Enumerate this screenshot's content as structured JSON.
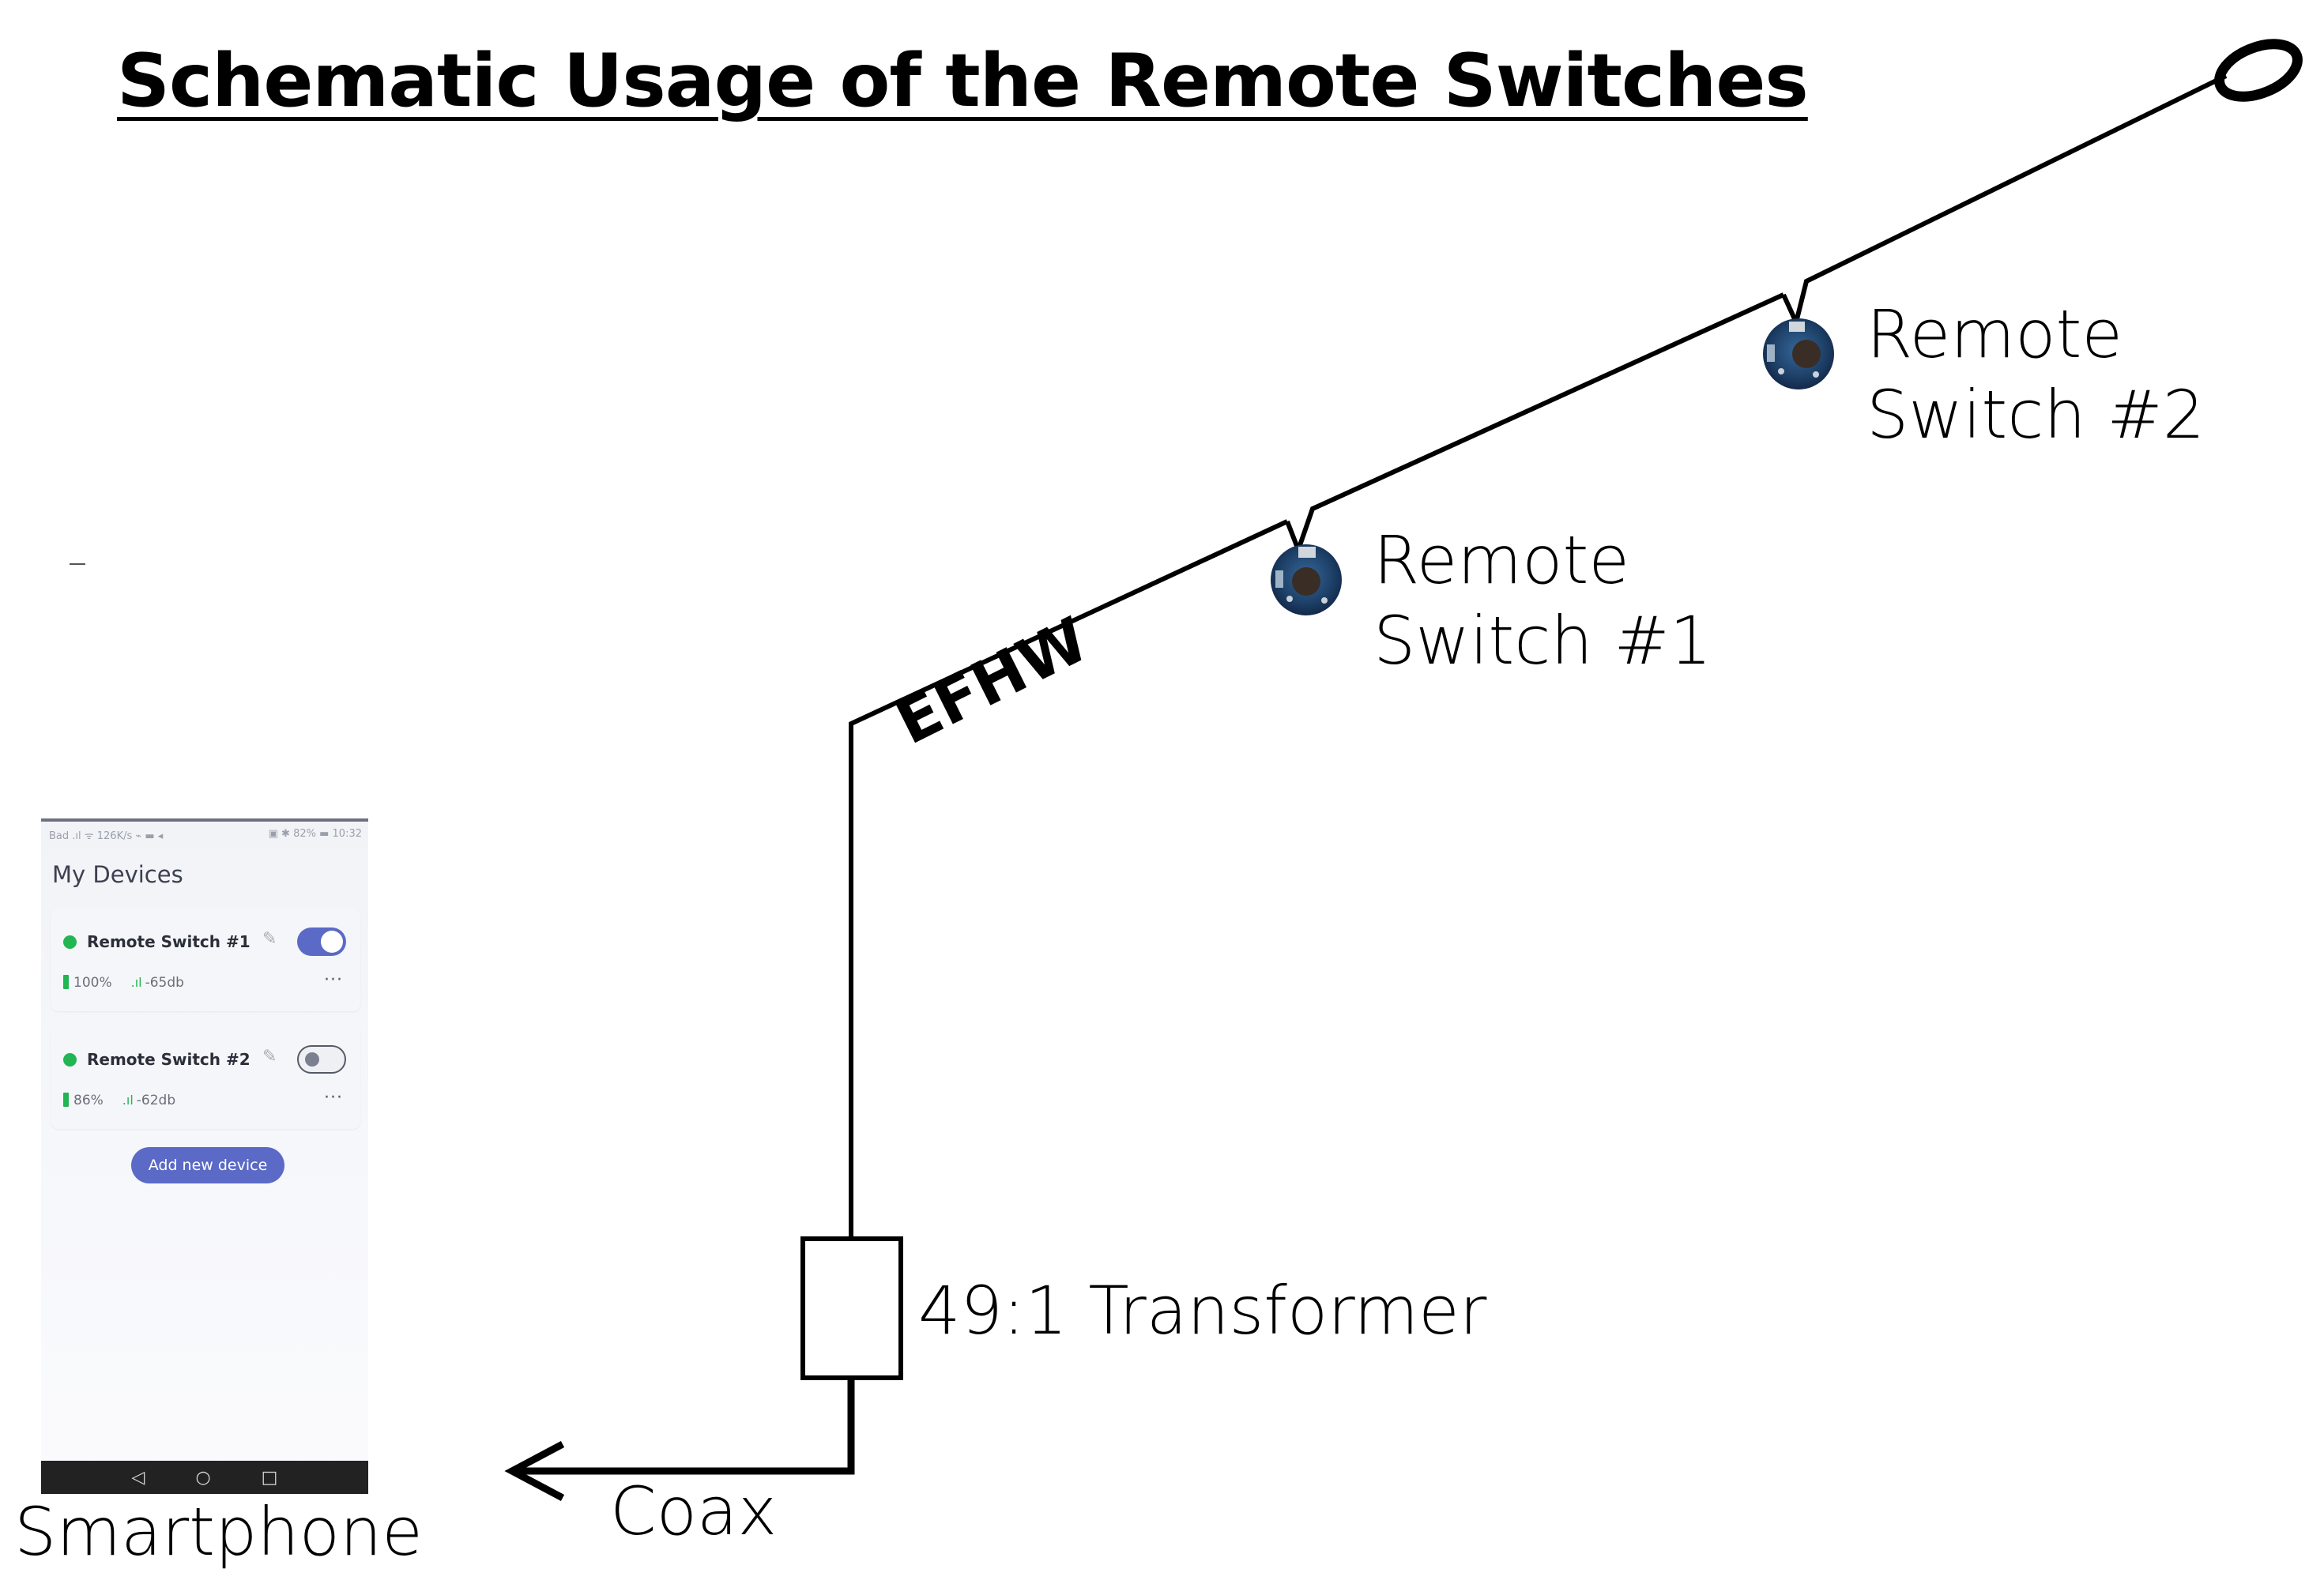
{
  "title": "Schematic Usage of the Remote Switches",
  "labels": {
    "remote_switch_2_line1": "Remote",
    "remote_switch_2_line2": "Switch #2",
    "remote_switch_1_line1": "Remote",
    "remote_switch_1_line2": "Switch #1",
    "efhw": "EFHW",
    "transformer": "49:1 Transformer",
    "coax": "Coax",
    "smartphone": "Smartphone"
  },
  "phone": {
    "status_left": "Bad  .ıl  ᯤ  126K/s  ⌁  ▬ ◂",
    "status_right": "▣ ✱ 82% ▬ 10:32",
    "heading": "My Devices",
    "devices": [
      {
        "name": "Remote Switch #1",
        "battery": "100%",
        "signal": "-65db",
        "switch_on": true
      },
      {
        "name": "Remote Switch #2",
        "battery": "86%",
        "signal": "-62db",
        "switch_on": false
      }
    ],
    "add_button": "Add new device",
    "nav": {
      "back": "◁",
      "home": "○",
      "recents": "□"
    },
    "more": "···",
    "edit": "✎",
    "signal_icon": ".ıl"
  },
  "colors": {
    "accent": "#5b6ac6",
    "online": "#21b553",
    "pcb": "#1d3f66"
  }
}
